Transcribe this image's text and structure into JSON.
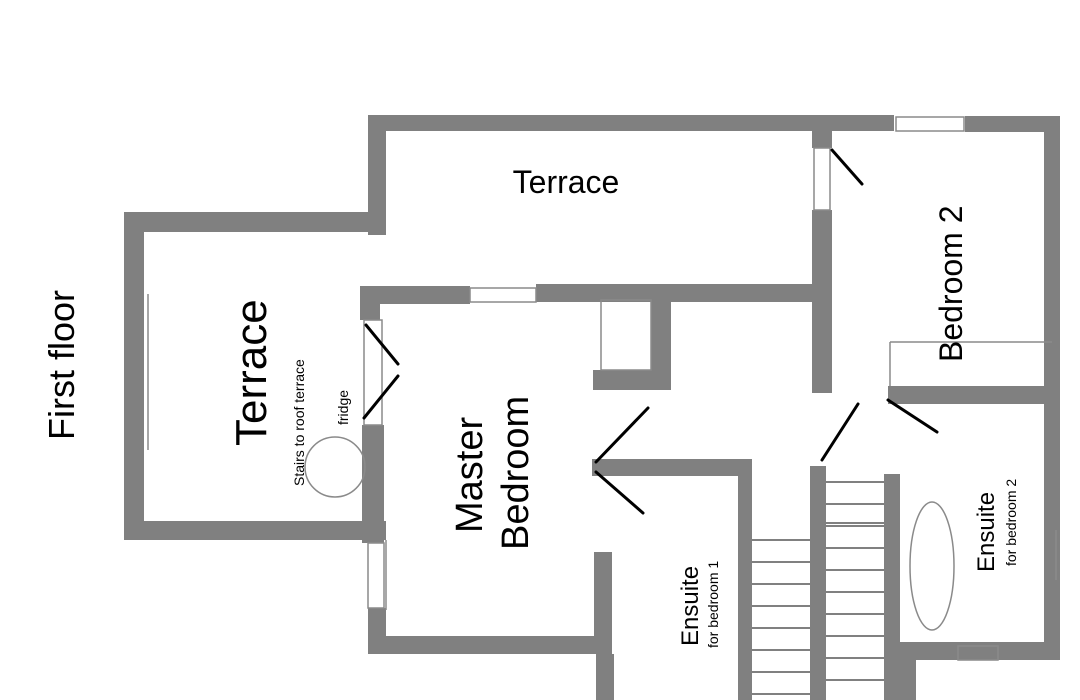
{
  "floor_label": "First floor",
  "rooms": {
    "terrace_top": "Terrace",
    "terrace_left": "Terrace",
    "bedroom_2": "Bedroom 2",
    "master_line1": "Master",
    "master_line2": "Bedroom",
    "ensuite_1": "Ensuite",
    "ensuite_1_sub": "for bedroom 1",
    "ensuite_2": "Ensuite",
    "ensuite_2_sub": "for bedroom 2"
  },
  "annotations": {
    "stairs": "Stairs to roof terrace",
    "fridge": "fridge"
  },
  "colors": {
    "wall": "#808080",
    "background": "#ffffff",
    "line": "#000000"
  }
}
